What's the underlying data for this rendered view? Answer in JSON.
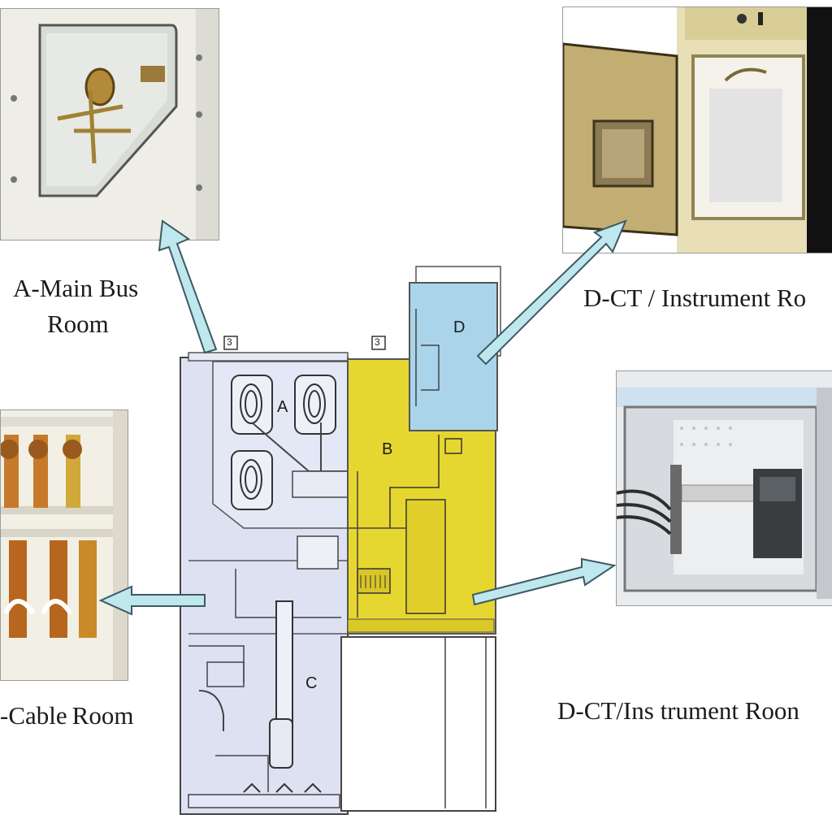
{
  "labels": {
    "main_bus": "A-Main Bus\nRoom",
    "main_bus_line1": "A-Main Bus",
    "main_bus_line2": "Room",
    "ct_top": "D-CT / Instrument Ro",
    "ct_bottom": "D-CT/Ins trument Roon",
    "cable": "-Cable",
    "cable_room": "Room"
  },
  "compartments": {
    "a": "A",
    "b": "B",
    "c": "C",
    "d": "D"
  },
  "top_tags": [
    "3",
    "3"
  ],
  "colors": {
    "arrow": "#bfe7ee",
    "arrow_outline": "#3d5a63",
    "yellow": "#e7d52f",
    "blue_d": "#a9d4ea",
    "lavender": "#d6dcf0",
    "photo_panel": "#e9e6d8"
  }
}
